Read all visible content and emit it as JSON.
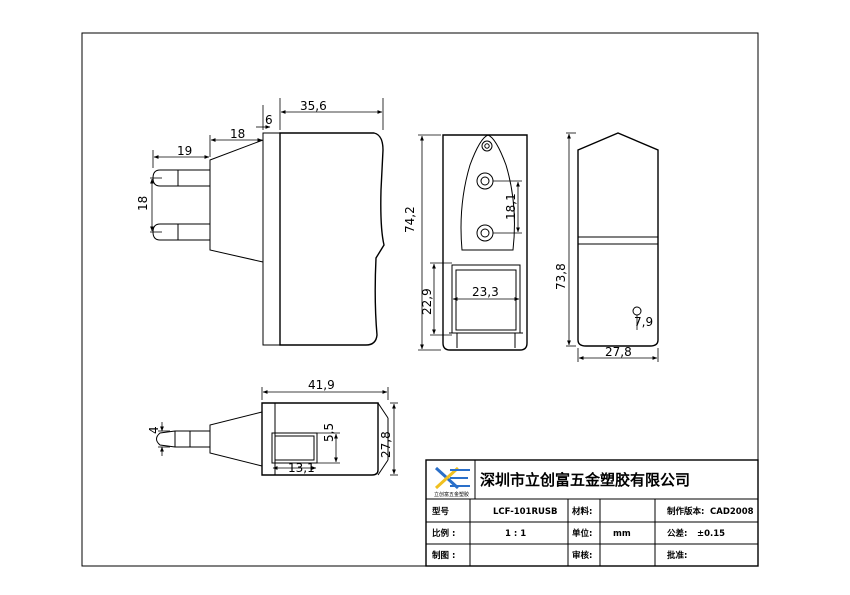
{
  "company": {
    "name": "深圳市立创富五金塑胶有限公司",
    "logo_text": "立创富五金塑胶"
  },
  "title_block": {
    "model_label": "型号",
    "model_value": "LCF-101RUSB",
    "material_label": "材料:",
    "version_label": "制作版本:",
    "version_value": "CAD2008",
    "scale_label": "比例 :",
    "scale_value": "1 : 1",
    "unit_label": "单位:",
    "unit_value": "mm",
    "tolerance_label": "公差:",
    "tolerance_value": "±0.15",
    "drawn_label": "制图 :",
    "review_label": "审核:",
    "approve_label": "批准:"
  },
  "dimensions": {
    "side_width": "35,6",
    "side_ridge": "6",
    "side_pin_base": "18",
    "side_pin_len": "19",
    "side_pin_gap": "18",
    "front_height": "74,2",
    "front_pin_spacing": "18,1",
    "front_usb_width": "23,3",
    "front_usb_height": "22,9",
    "back_height": "73,8",
    "back_hole": "7,9",
    "back_width": "27,8",
    "top_length": "41,9",
    "top_pin_dia": "4",
    "top_usb_h": "5,5",
    "top_usb_w": "13,1",
    "top_depth": "27,8"
  },
  "colors": {
    "line": "#000000",
    "logo_blue": "#2a6fc9",
    "logo_yellow": "#f0c020"
  }
}
